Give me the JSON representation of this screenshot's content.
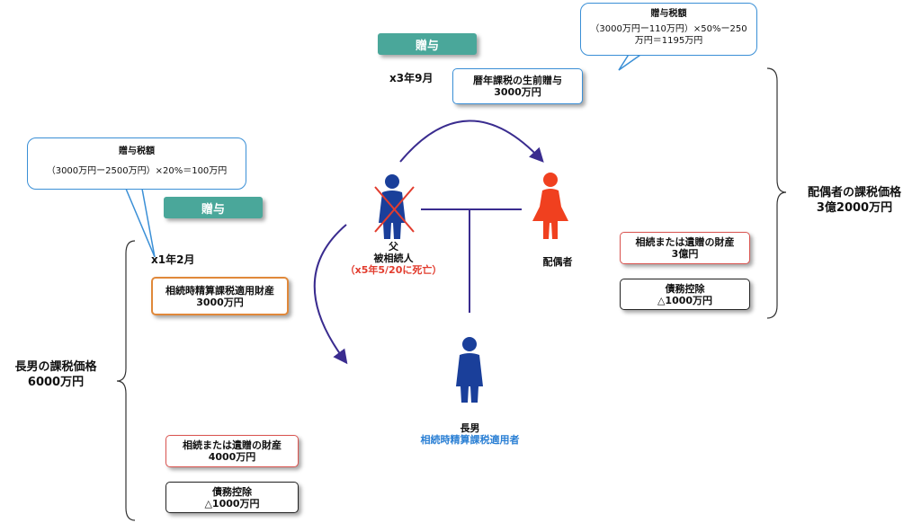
{
  "callouts": {
    "top": {
      "title": "贈与税額",
      "formula": "（3000万円ー110万円）×50%ー250万円＝1195万円"
    },
    "left": {
      "title": "贈与税額",
      "formula": "（3000万円ー2500万円）×20%＝100万円"
    }
  },
  "gift_pills": {
    "top": "贈与",
    "left": "贈与"
  },
  "dates": {
    "x3": "x3年9月",
    "x1": "x1年2月"
  },
  "gifts": {
    "annual": {
      "line1": "暦年課税の生前贈与",
      "line2": "3000万円"
    },
    "settlement": {
      "line1": "相続時精算課税適用財産",
      "line2": "3000万円"
    }
  },
  "people": {
    "father": {
      "line1": "父",
      "line2": "被相続人",
      "line3": "（x5年5/20に死亡）"
    },
    "spouse": {
      "label": "配偶者"
    },
    "son": {
      "line1": "長男",
      "line2": "相続時精算課税適用者"
    }
  },
  "spouse_side": {
    "inherit": {
      "line1": "相続または遺贈の財産",
      "line2": "3億円"
    },
    "debt": {
      "line1": "債務控除",
      "line2": "△1000万円"
    },
    "taxable": {
      "line1": "配偶者の課税価格",
      "line2": "3億2000万円"
    }
  },
  "son_side": {
    "inherit": {
      "line1": "相続または遺贈の財産",
      "line2": "4000万円"
    },
    "debt": {
      "line1": "債務控除",
      "line2": "△1000万円"
    },
    "taxable": {
      "line1": "長男の課税価格",
      "line2": "6000万円"
    }
  },
  "colors": {
    "teal": "#4aa79a",
    "blue_border": "#3a8fd6",
    "red_border": "#d9534f",
    "orange_border": "#e0883a",
    "person_blue": "#1a3f9a",
    "person_red": "#f0401f",
    "arrow": "#3a2c8f"
  }
}
